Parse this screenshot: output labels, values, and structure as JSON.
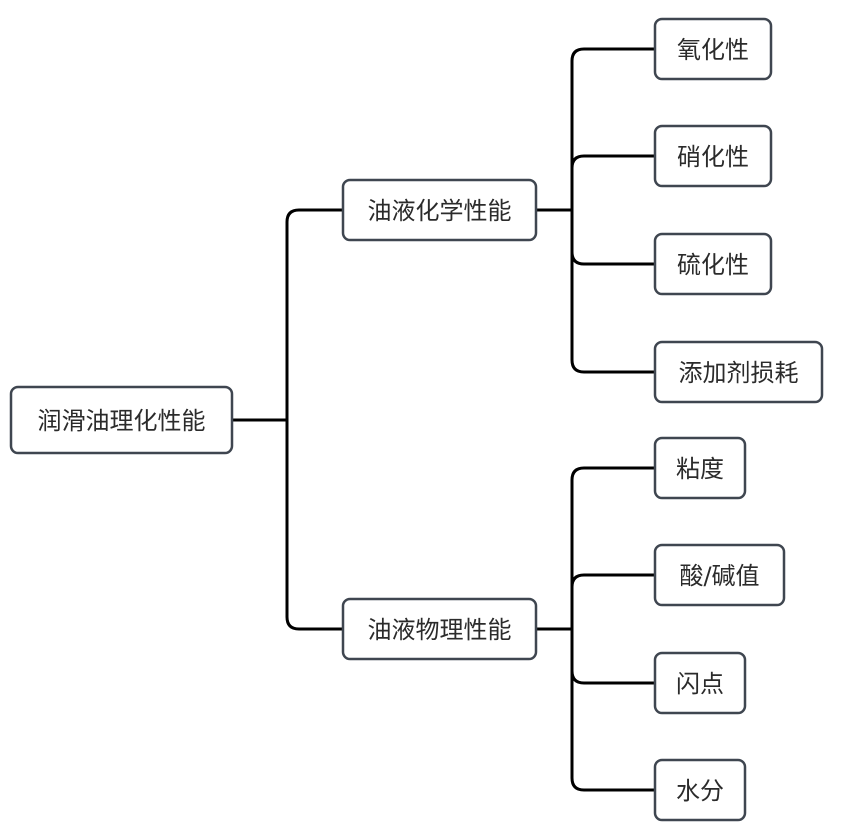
{
  "root": {
    "label": "润滑油理化性能"
  },
  "branches": [
    {
      "label": "油液化学性能",
      "children": [
        "氧化性",
        "硝化性",
        "硫化性",
        "添加剂损耗"
      ]
    },
    {
      "label": "油液物理性能",
      "children": [
        "粘度",
        "酸/碱值",
        "闪点",
        "水分"
      ]
    }
  ]
}
